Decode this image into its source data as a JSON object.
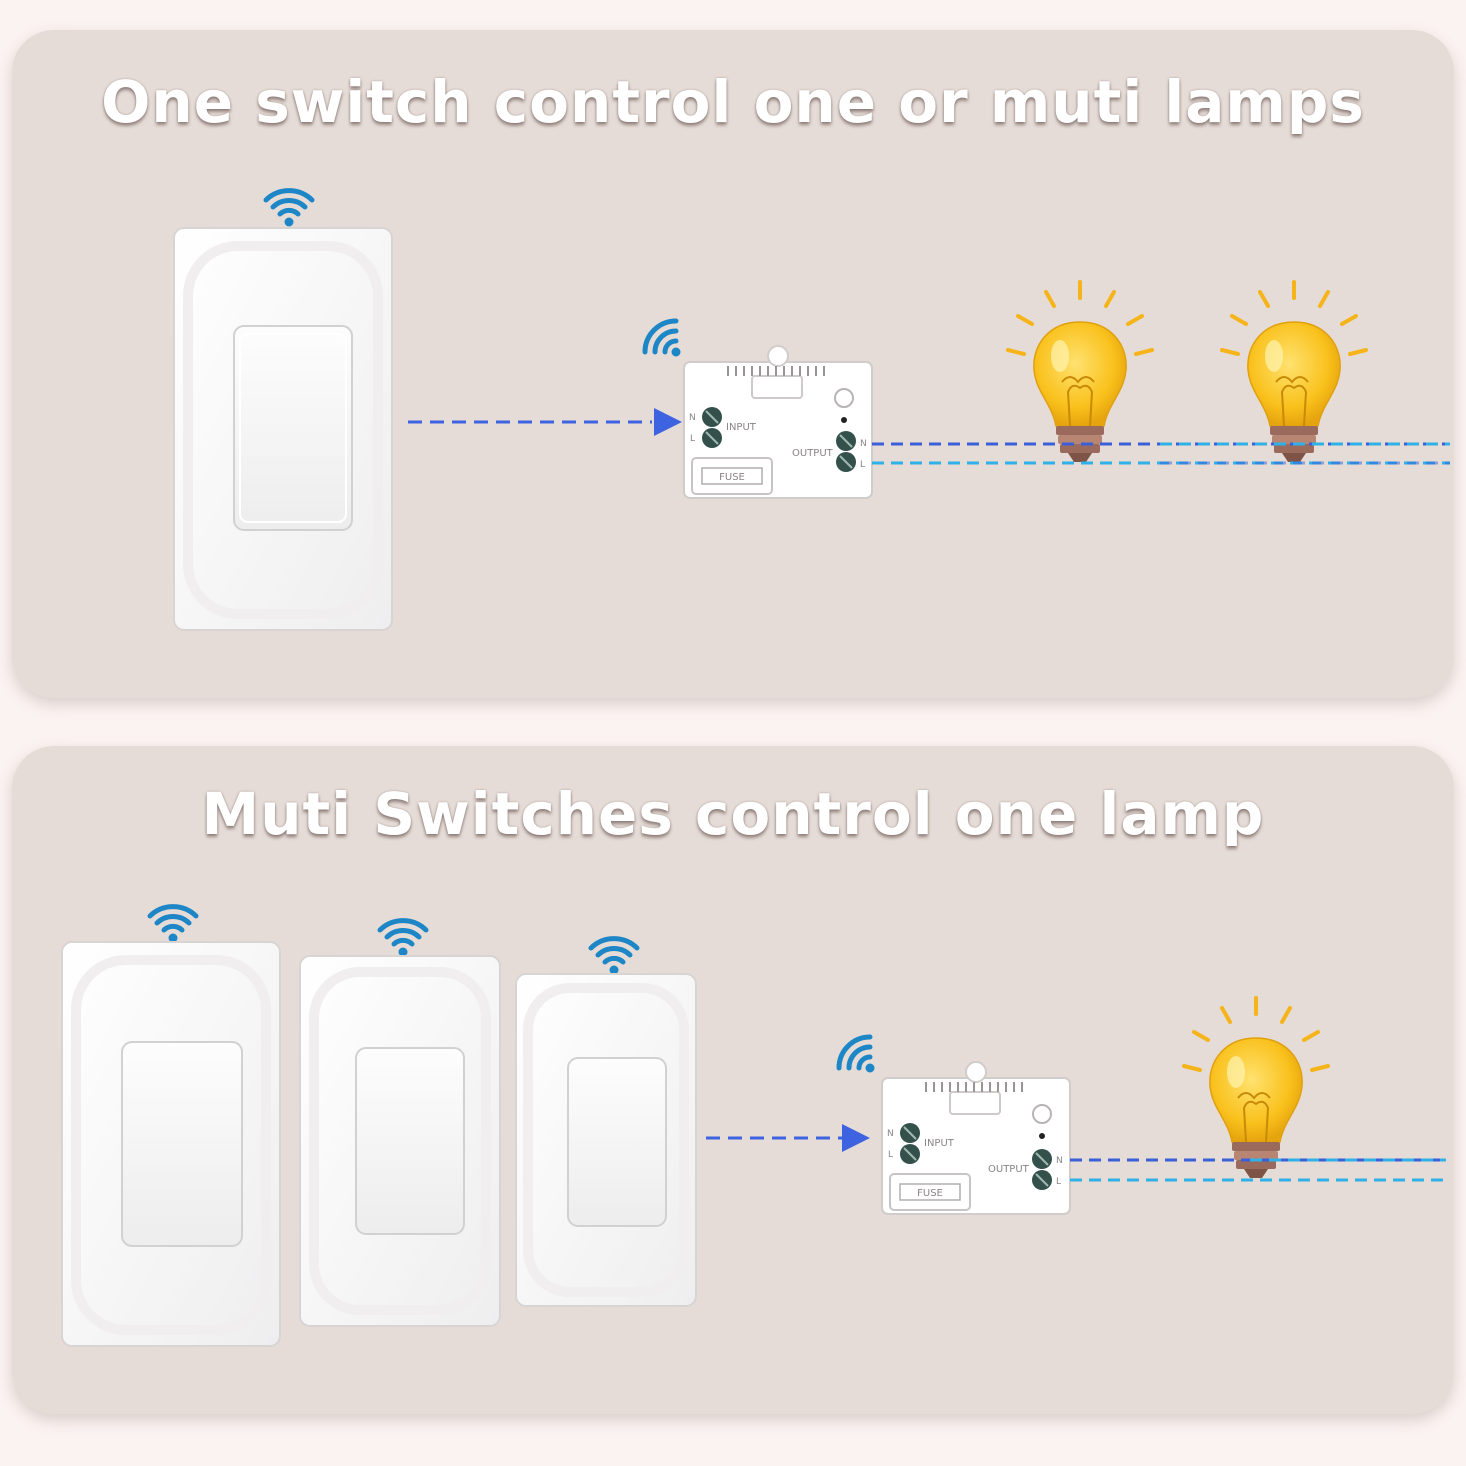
{
  "panels": [
    {
      "title": "One switch control one or muti lamps",
      "switch_count": 1,
      "lamp_count": 2
    },
    {
      "title": "Muti Switches control one lamp",
      "switch_count": 3,
      "lamp_count": 1
    }
  ],
  "receiver": {
    "input_label": "INPUT",
    "output_label": "OUTPUT",
    "fuse_label": "FUSE",
    "n_label": "N",
    "l_label": "L"
  },
  "colors": {
    "panel_bg": "#e6dcd7",
    "page_bg": "#fbf3f1",
    "wifi": "#1d86c6",
    "signal_arrow": "#3d63e0",
    "wire_n": "#3a5fd8",
    "wire_l": "#2fb0e6",
    "bulb": "#f9c11c",
    "terminal": "#33504a"
  },
  "icons": [
    "wifi-icon",
    "wall-switch",
    "relay-receiver",
    "light-bulb-icon",
    "signal-arrow"
  ]
}
